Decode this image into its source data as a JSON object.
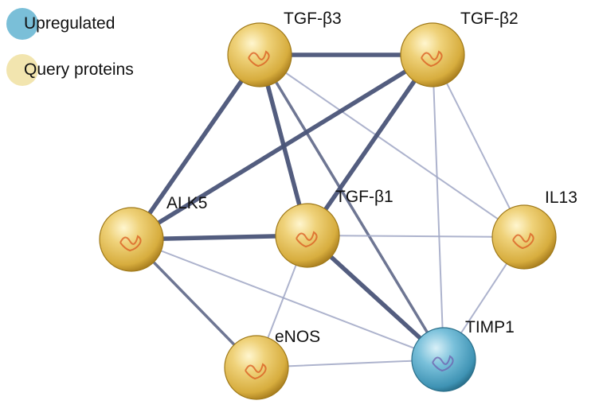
{
  "legend": {
    "items": [
      {
        "label": "Upregulated",
        "color": "#6bb8d4"
      },
      {
        "label": "Query proteins",
        "color": "#f1e2a6"
      }
    ]
  },
  "colors": {
    "query_node": "#e8c55e",
    "query_node_dark": "#a07a1a",
    "upregulated_node": "#69b6cf",
    "upregulated_node_dark": "#2a6f8a",
    "edge_strong": "#4a5478",
    "edge_weak": "#9fa6c4"
  },
  "nodes": [
    {
      "id": "tgfb3",
      "label": "TGF-β3",
      "type": "query"
    },
    {
      "id": "tgfb2",
      "label": "TGF-β2",
      "type": "query"
    },
    {
      "id": "alk5",
      "label": "ALK5",
      "type": "query"
    },
    {
      "id": "tgfb1",
      "label": "TGF-β1",
      "type": "query"
    },
    {
      "id": "il13",
      "label": "IL13",
      "type": "query"
    },
    {
      "id": "enos",
      "label": "eNOS",
      "type": "query"
    },
    {
      "id": "timp1",
      "label": "TIMP1",
      "type": "upregulated"
    }
  ],
  "edges": [
    {
      "from": "tgfb3",
      "to": "tgfb2",
      "weight": "strong"
    },
    {
      "from": "tgfb3",
      "to": "alk5",
      "weight": "strong"
    },
    {
      "from": "tgfb3",
      "to": "tgfb1",
      "weight": "strong"
    },
    {
      "from": "tgfb3",
      "to": "timp1",
      "weight": "medium"
    },
    {
      "from": "tgfb3",
      "to": "il13",
      "weight": "weak"
    },
    {
      "from": "tgfb2",
      "to": "alk5",
      "weight": "strong"
    },
    {
      "from": "tgfb2",
      "to": "tgfb1",
      "weight": "strong"
    },
    {
      "from": "tgfb2",
      "to": "timp1",
      "weight": "weak"
    },
    {
      "from": "tgfb2",
      "to": "il13",
      "weight": "weak"
    },
    {
      "from": "alk5",
      "to": "tgfb1",
      "weight": "strong"
    },
    {
      "from": "alk5",
      "to": "enos",
      "weight": "medium"
    },
    {
      "from": "alk5",
      "to": "timp1",
      "weight": "weak"
    },
    {
      "from": "tgfb1",
      "to": "il13",
      "weight": "weak"
    },
    {
      "from": "tgfb1",
      "to": "enos",
      "weight": "weak"
    },
    {
      "from": "tgfb1",
      "to": "timp1",
      "weight": "strong"
    },
    {
      "from": "il13",
      "to": "timp1",
      "weight": "weak"
    },
    {
      "from": "enos",
      "to": "timp1",
      "weight": "weak"
    }
  ]
}
